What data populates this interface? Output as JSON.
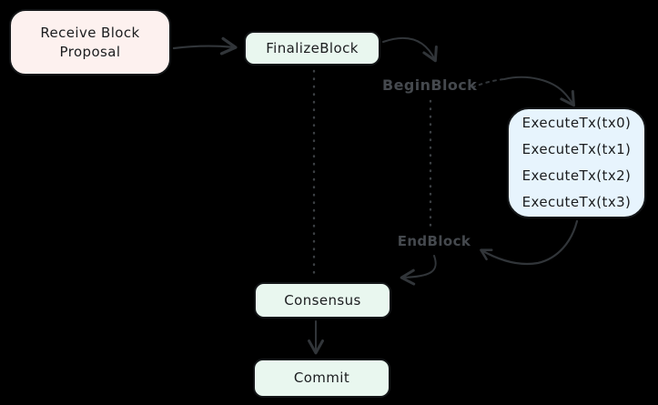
{
  "diagram": {
    "nodes": {
      "receive": {
        "label": "Receive Block\nProposal"
      },
      "finalize": {
        "label": "FinalizeBlock"
      },
      "execute": {
        "lines": [
          "ExecuteTx(tx0)",
          "ExecuteTx(tx1)",
          "ExecuteTx(tx2)",
          "ExecuteTx(tx3)"
        ]
      },
      "consensus": {
        "label": "Consensus"
      },
      "commit": {
        "label": "Commit"
      }
    },
    "phase_labels": {
      "begin_block": "BeginBlock",
      "end_block": "EndBlock"
    },
    "colors": {
      "background": "#000000",
      "node_pink_fill": "#fdf1ef",
      "node_green_fill": "#e9f7ef",
      "node_blue_fill": "#e7f4fd",
      "node_border": "#141618",
      "node_text": "#1b1d1f",
      "phase_label_text": "#45494e",
      "connector_stroke": "#313539",
      "dotted_line_stroke": "#3c4044"
    }
  }
}
